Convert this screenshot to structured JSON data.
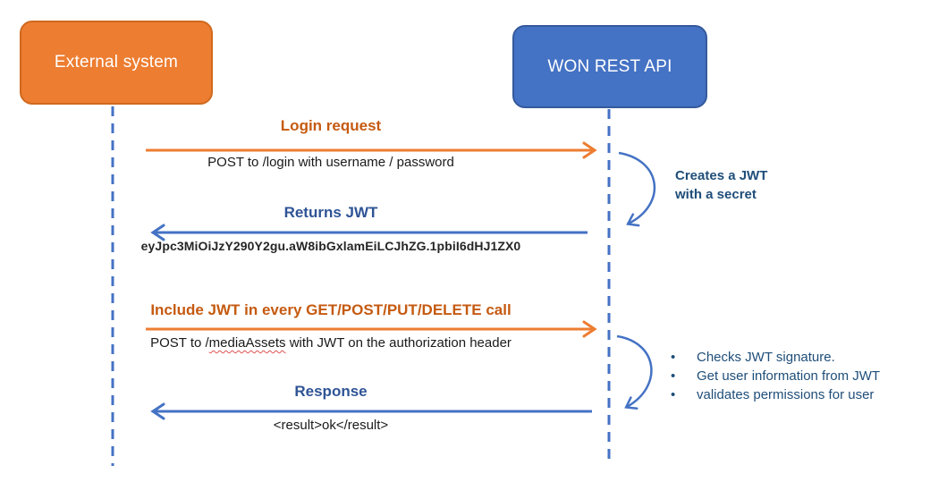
{
  "diagram": {
    "actors": {
      "external": {
        "label": "External system"
      },
      "api": {
        "label": "WON REST API"
      }
    },
    "messages": {
      "login": {
        "title": "Login request",
        "subtitle": "POST to /login with username / password"
      },
      "returns_jwt": {
        "title": "Returns JWT",
        "token": "eyJpc3MiOiJzY290Y2gu.aW8ibGxlamEiLCJhZG.1pbiI6dHJ1ZX0"
      },
      "include_jwt": {
        "title": "Include JWT in every GET/POST/PUT/DELETE call",
        "subtitle_prefix": "POST to /",
        "subtitle_path": "mediaAssets",
        "subtitle_suffix": " with JWT on the authorization header"
      },
      "response": {
        "title": "Response",
        "subtitle": "<result>ok</result>"
      }
    },
    "side_notes": {
      "create_jwt": {
        "line1": "Creates a JWT",
        "line2": "with a secret"
      },
      "validation": {
        "bullets": [
          "Checks JWT signature.",
          "Get user information from JWT",
          "validates permissions for user"
        ]
      }
    },
    "colors": {
      "orange": "#ED7D31",
      "orange_dark": "#C55A11",
      "blue": "#4472C4",
      "blue_heading": "#2F5496",
      "navy": "#1F4E79"
    }
  }
}
